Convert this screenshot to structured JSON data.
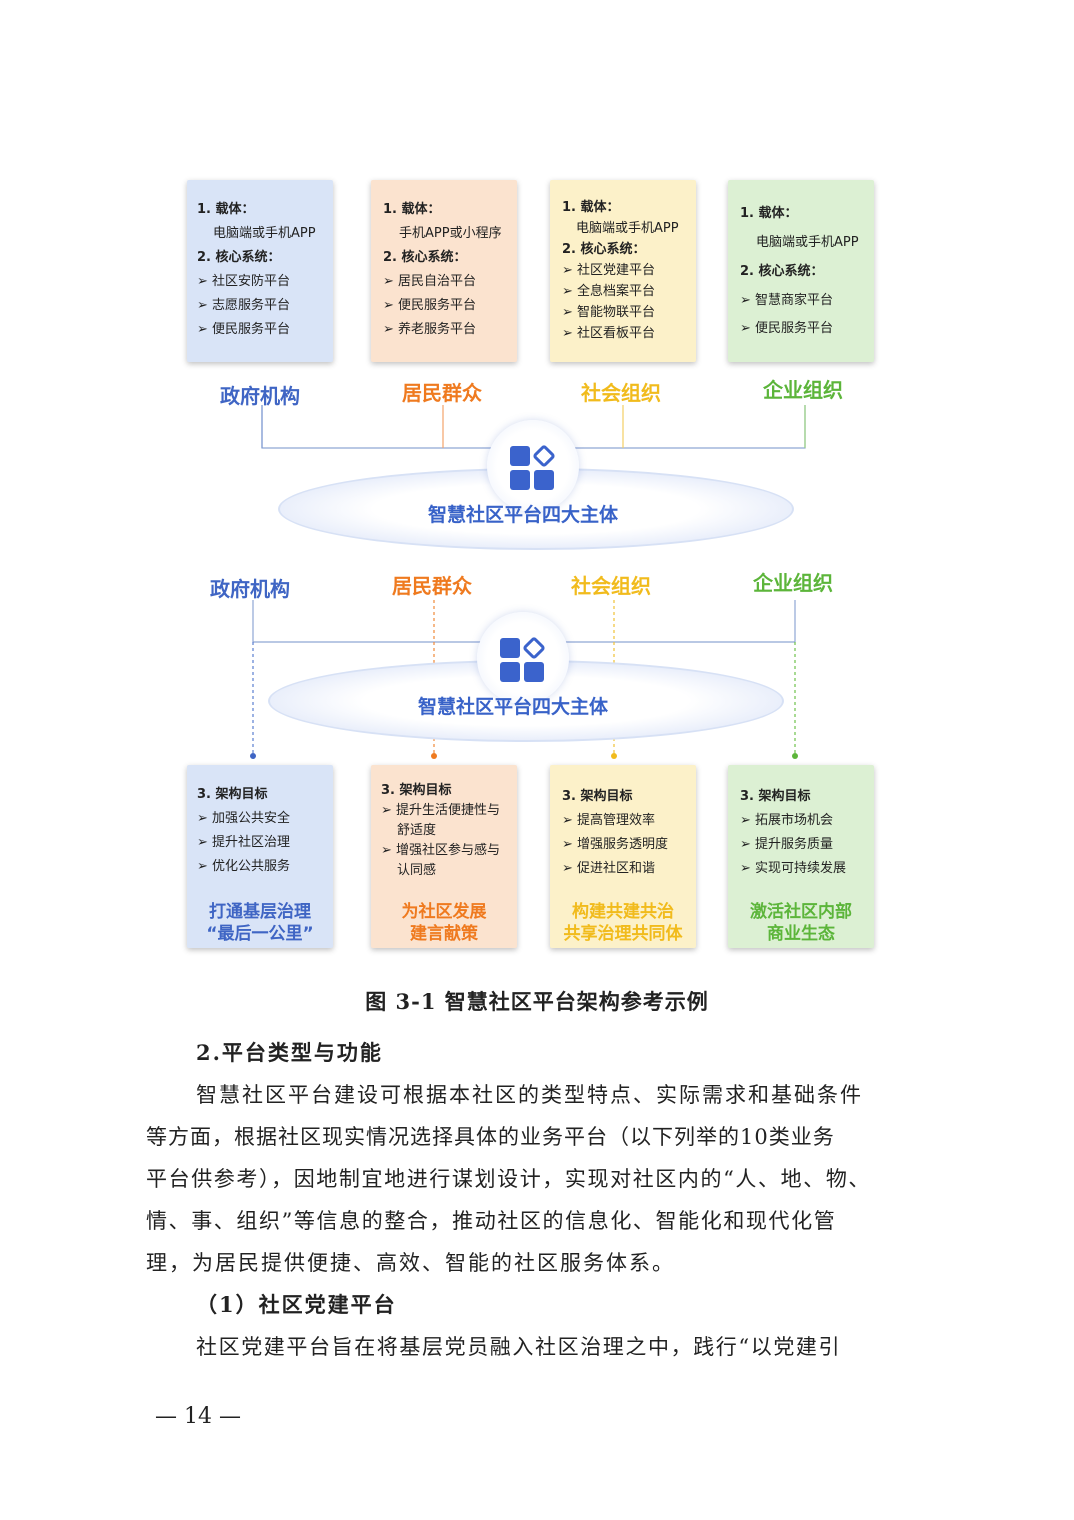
{
  "top_cards": [
    {
      "lines": [
        "1. 载体：",
        "电脑端或手机APP",
        "2. 核心系统：",
        "➢ 社区安防平台",
        "➢ 志愿服务平台",
        "➢ 便民服务平台"
      ]
    },
    {
      "lines": [
        "1. 载体：",
        "手机APP或小程序",
        "2. 核心系统：",
        "➢ 居民自治平台",
        "➢ 便民服务平台",
        "➢ 养老服务平台"
      ]
    },
    {
      "lines": [
        "1. 载体：",
        "电脑端或手机APP",
        "2. 核心系统：",
        "➢ 社区党建平台",
        "➢ 全息档案平台",
        "➢ 智能物联平台",
        "➢ 社区看板平台"
      ]
    },
    {
      "lines": [
        "1. 载体：",
        "电脑端或手机APP",
        "2. 核心系统：",
        "➢ 智慧商家平台",
        "➢ 便民服务平台"
      ]
    }
  ],
  "entities": [
    "政府机构",
    "居民群众",
    "社会组织",
    "企业组织"
  ],
  "hub_title": "智慧社区平台四大主体",
  "bottom_cards": [
    {
      "lines": [
        "3. 架构目标",
        "➢ 加强公共安全",
        "➢ 提升社区治理",
        "➢ 优化公共服务"
      ],
      "title": [
        "打通基层治理",
        "“最后一公里”"
      ]
    },
    {
      "lines": [
        "3. 架构目标",
        "➢ 提升生活便捷性与",
        "舒适度",
        "➢ 增强社区参与感与",
        "认同感"
      ],
      "title": [
        "为社区发展",
        "建言献策"
      ]
    },
    {
      "lines": [
        "3. 架构目标",
        "➢ 提高管理效率",
        "➢ 增强服务透明度",
        "➢ 促进社区和谐"
      ],
      "title": [
        "构建共建共治",
        "共享治理共同体"
      ]
    },
    {
      "lines": [
        "3. 架构目标",
        "➢ 拓展市场机会",
        "➢ 提升服务质量",
        "➢ 实现可持续发展"
      ],
      "title": [
        "激活社区内部",
        "商业生态"
      ]
    }
  ],
  "figure_caption": "图 3-1 智慧社区平台架构参考示例",
  "section_heading": "2.平台类型与功能",
  "paragraph_lines": [
    "智慧社区平台建设可根据本社区的类型特点、实际需求和基础条件",
    "等方面，根据社区现实情况选择具体的业务平台（以下列举的10类业务",
    "平台供参考），因地制宜地进行谋划设计，实现对社区内的“人、地、物、",
    "情、事、组织”等信息的整合，推动社区的信息化、智能化和现代化管",
    "理，为居民提供便捷、高效、智能的社区服务体系。"
  ],
  "sub_heading": "（1）社区党建平台",
  "last_line": "社区党建平台旨在将基层党员融入社区治理之中，践行“以党建引",
  "page_number": "— 14 —",
  "colors": {
    "blue": "#3f65c4",
    "orange": "#ef7a1f",
    "yellow": "#f1bb1c",
    "green": "#5cb53a"
  }
}
